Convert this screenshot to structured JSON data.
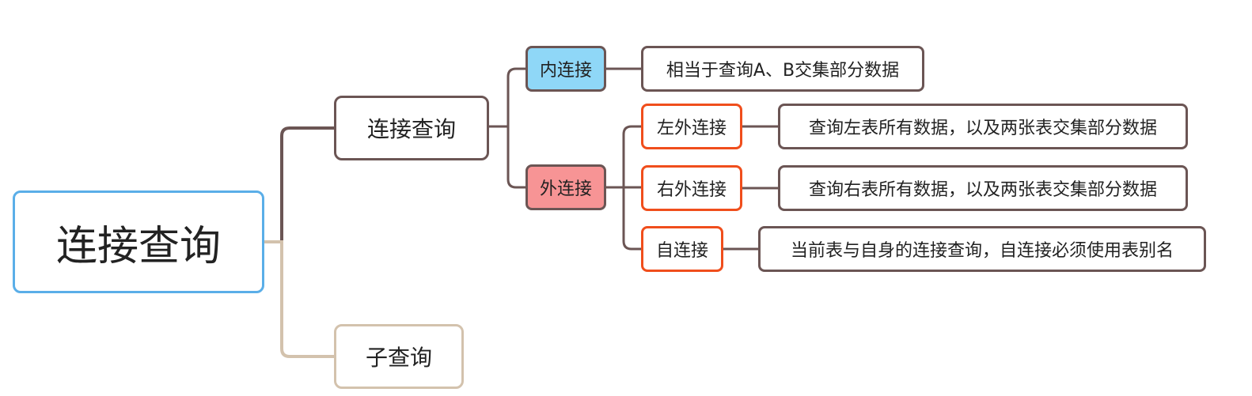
{
  "mindmap": {
    "root": {
      "label": "连接查询"
    },
    "branches": {
      "join": {
        "label": "连接查询",
        "inner": {
          "label": "内连接",
          "desc": "相当于查询A、B交集部分数据"
        },
        "outer": {
          "label": "外连接",
          "left": {
            "label": "左外连接",
            "desc": "查询左表所有数据，以及两张表交集部分数据"
          },
          "right": {
            "label": "右外连接",
            "desc": "查询右表所有数据，以及两张表交集部分数据"
          },
          "self": {
            "label": "自连接",
            "desc": "当前表与自身的连接查询，自连接必须使用表别名"
          }
        }
      },
      "subquery": {
        "label": "子查询"
      }
    }
  },
  "colors": {
    "root_border": "#5aaee8",
    "branch_dark": "#6b5554",
    "branch_light": "#d3c2ad",
    "inner_fill": "#8fd7f7",
    "outer_fill": "#f79495",
    "outer_child_border": "#f04e1c"
  }
}
